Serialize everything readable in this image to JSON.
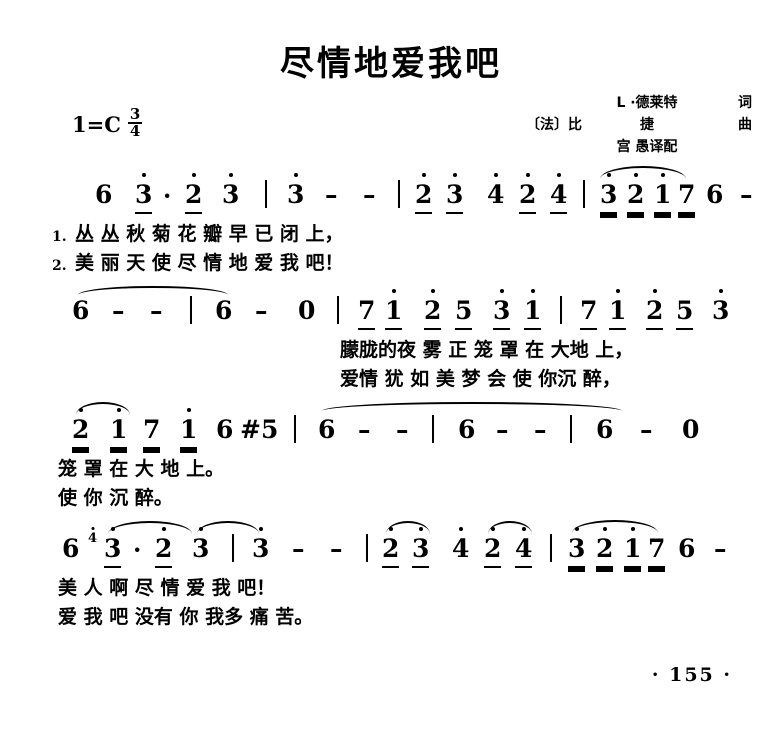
{
  "title": "尽情地爱我吧",
  "credits": [
    {
      "left": "",
      "mid": "L ·德莱特",
      "right": "词"
    },
    {
      "left": "〔法〕比",
      "mid": "捷",
      "right": "曲"
    },
    {
      "left": "",
      "mid": "宫      愚译配",
      "right": ""
    }
  ],
  "key": {
    "tonic": "1=C",
    "meter_num": "3",
    "meter_den": "4"
  },
  "page_number": "· 155 ·",
  "systems": [
    {
      "id": "system-1",
      "notes": [
        "6",
        "3",
        "·",
        "2",
        "3",
        "3",
        "–",
        "–",
        "2",
        "3",
        "4",
        "2",
        "4",
        "3",
        "2",
        "1",
        "7",
        "6",
        "–"
      ],
      "lyrics_line1": {
        "verse": "1.",
        "text": "丛 丛 秋 菊        花    瓣 早 已  闭        上，"
      },
      "lyrics_line2": {
        "verse": "2.",
        "text": "美 丽 天 使        尽    情  地  爱 我      吧！"
      }
    },
    {
      "id": "system-2",
      "notes": [
        "6",
        "–",
        "–",
        "6",
        "–",
        "0",
        "7",
        "1",
        "2",
        "5",
        "3",
        "1",
        "7",
        "1",
        "2",
        "5",
        "3"
      ],
      "lyrics_line1": {
        "verse": "",
        "text": "朦胧的夜 雾 正 笼  罩 在 大地 上，"
      },
      "lyrics_line2": {
        "verse": "",
        "text": "爱情  犹 如 美 梦  会 使 你沉 醉，"
      }
    },
    {
      "id": "system-3",
      "notes": [
        "2",
        "1",
        "7",
        "1",
        "6",
        "#5",
        "6",
        "–",
        "–",
        "6",
        "–",
        "–",
        "6",
        "–",
        "0"
      ],
      "lyrics_line1": {
        "verse": "",
        "text": "笼     罩 在 大 地     上。"
      },
      "lyrics_line2": {
        "verse": "",
        "text": "使          你 沉     醉。"
      }
    },
    {
      "id": "system-4",
      "notes": [
        "6",
        "4",
        "3",
        "·",
        "2",
        "3",
        "3",
        "–",
        "–",
        "2",
        "3",
        "4",
        "2",
        "4",
        "3",
        "2",
        "1",
        "7",
        "6",
        "–"
      ],
      "lyrics_line1": {
        "verse": "",
        "text": "美 人    啊        尽   情 爱    我       吧！"
      },
      "lyrics_line2": {
        "verse": "",
        "text": "爱 我    吧        没有 你 我多   痛       苦。"
      }
    }
  ]
}
